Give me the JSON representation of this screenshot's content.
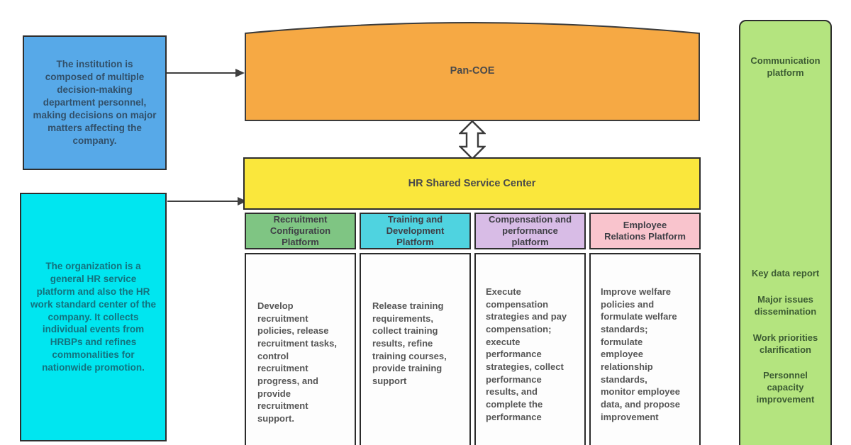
{
  "left_notes": {
    "institution": "The institution is composed of multiple decision-making department personnel, making decisions on major matters affecting the company.",
    "organization": "The organization is a general HR service platform and also the HR work standard center of the company. It collects individual events from HRBPs and refines commonalities for nationwide promotion."
  },
  "center": {
    "pan_coe_label": "Pan-COE",
    "hr_ssc_label": "HR Shared Service Center",
    "platforms": [
      {
        "title": "Recruitment Configuration Platform",
        "header_color": "#7fc583",
        "body": "Develop recruitment policies, release recruitment tasks, control recruitment progress, and provide recruitment support."
      },
      {
        "title": "Training and Development Platform",
        "header_color": "#4fd3e0",
        "body": "Release training requirements, collect training results, refine training courses, provide training support"
      },
      {
        "title": "Compensation and performance platform",
        "header_color": "#d8bce6",
        "body": "Execute compensation strategies and pay compensation; execute performance strategies, collect performance results, and complete the performance"
      },
      {
        "title": "Employee Relations Platform",
        "header_color": "#f9c4cd",
        "body": "Improve welfare policies and formulate welfare standards; formulate employee relationship standards, monitor employee data, and propose improvement"
      }
    ]
  },
  "right_panel": {
    "title": "Communication platform",
    "items": [
      "Key data report",
      "Major issues dissemination",
      "Work priorities clarification",
      "Personnel capacity improvement"
    ]
  },
  "colors": {
    "institution_box": "#57a9e8",
    "organization_box": "#00e6f0",
    "pan_coe_fill": "#f6a944",
    "hr_ssc_fill": "#fae73c",
    "communication_panel": "#b4e47f",
    "arrow": "#3f3f3f",
    "outline": "#2e2e2e"
  }
}
